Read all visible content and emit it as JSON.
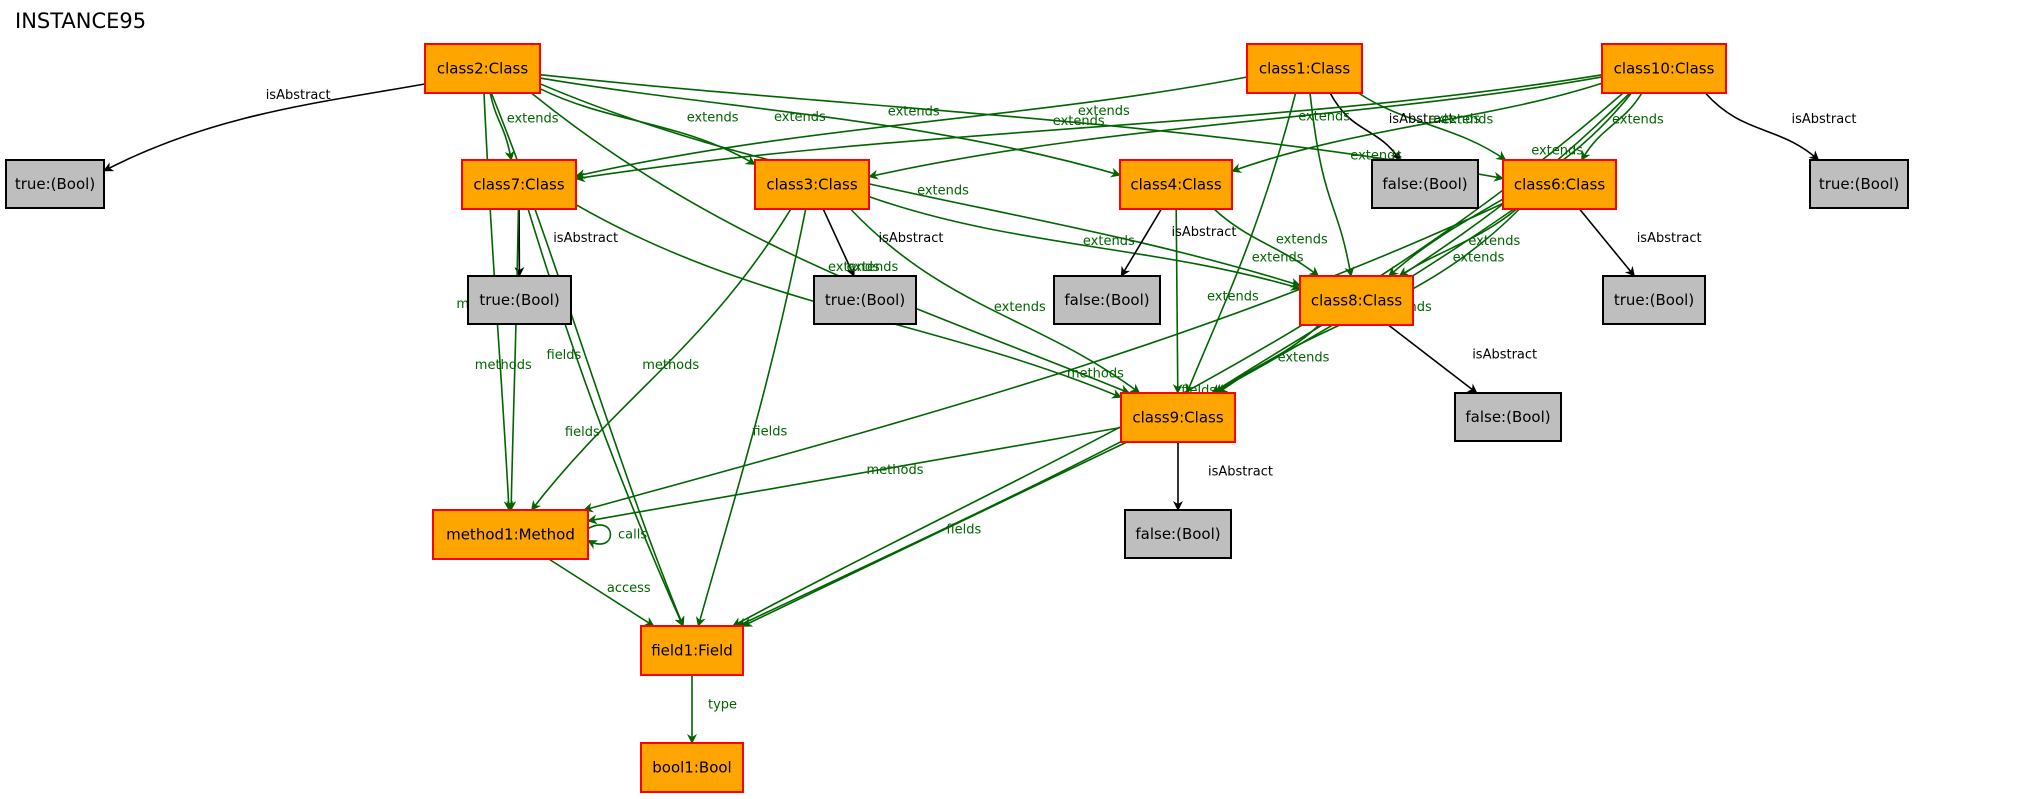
{
  "title": "INSTANCE95",
  "colors": {
    "class_fill": "#ffa500",
    "class_stroke": "#ff0000",
    "bool_fill": "#bebebe",
    "bool_stroke": "#000000",
    "edge_green": "#006400",
    "edge_black": "#000000"
  },
  "nodes": [
    {
      "id": "class2",
      "label": "class2:Class",
      "kind": "class"
    },
    {
      "id": "class1",
      "label": "class1:Class",
      "kind": "class"
    },
    {
      "id": "class10",
      "label": "class10:Class",
      "kind": "class"
    },
    {
      "id": "true_a",
      "label": "true:(Bool)",
      "kind": "bool"
    },
    {
      "id": "class7",
      "label": "class7:Class",
      "kind": "class"
    },
    {
      "id": "class3",
      "label": "class3:Class",
      "kind": "class"
    },
    {
      "id": "class4",
      "label": "class4:Class",
      "kind": "class"
    },
    {
      "id": "false_a",
      "label": "false:(Bool)",
      "kind": "bool"
    },
    {
      "id": "class6",
      "label": "class6:Class",
      "kind": "class"
    },
    {
      "id": "true_b",
      "label": "true:(Bool)",
      "kind": "bool"
    },
    {
      "id": "true_c",
      "label": "true:(Bool)",
      "kind": "bool"
    },
    {
      "id": "true_d",
      "label": "true:(Bool)",
      "kind": "bool"
    },
    {
      "id": "false_b",
      "label": "false:(Bool)",
      "kind": "bool"
    },
    {
      "id": "class8",
      "label": "class8:Class",
      "kind": "class"
    },
    {
      "id": "true_e",
      "label": "true:(Bool)",
      "kind": "bool"
    },
    {
      "id": "class9",
      "label": "class9:Class",
      "kind": "class"
    },
    {
      "id": "false_c",
      "label": "false:(Bool)",
      "kind": "bool"
    },
    {
      "id": "method1",
      "label": "method1:Method",
      "kind": "class"
    },
    {
      "id": "false_d",
      "label": "false:(Bool)",
      "kind": "bool"
    },
    {
      "id": "field1",
      "label": "field1:Field",
      "kind": "class"
    },
    {
      "id": "bool1",
      "label": "bool1:Bool",
      "kind": "class"
    }
  ],
  "edges": [
    {
      "from": "class2",
      "to": "true_a",
      "label": "isAbstract",
      "color": "black"
    },
    {
      "from": "class2",
      "to": "class7",
      "label": "extends",
      "color": "green"
    },
    {
      "from": "class2",
      "to": "class3",
      "label": "extends",
      "color": "green"
    },
    {
      "from": "class2",
      "to": "class4",
      "label": "extends",
      "color": "green"
    },
    {
      "from": "class2",
      "to": "class6",
      "label": "extends",
      "color": "green"
    },
    {
      "from": "class2",
      "to": "class8",
      "label": "extends",
      "color": "green"
    },
    {
      "from": "class2",
      "to": "class9",
      "label": "extends",
      "color": "green"
    },
    {
      "from": "class2",
      "to": "method1",
      "label": "methods",
      "color": "green"
    },
    {
      "from": "class2",
      "to": "field1",
      "label": "fields",
      "color": "green"
    },
    {
      "from": "class1",
      "to": "class7",
      "label": "extends",
      "color": "green"
    },
    {
      "from": "class1",
      "to": "false_a",
      "label": "isAbstract",
      "color": "black"
    },
    {
      "from": "class1",
      "to": "class6",
      "label": "extends",
      "color": "green"
    },
    {
      "from": "class1",
      "to": "class8",
      "label": "extends",
      "color": "green"
    },
    {
      "from": "class1",
      "to": "class9",
      "label": "extends",
      "color": "green"
    },
    {
      "from": "class10",
      "to": "class3",
      "label": "extends",
      "color": "green"
    },
    {
      "from": "class10",
      "to": "class7",
      "label": "extends",
      "color": "green"
    },
    {
      "from": "class10",
      "to": "class4",
      "label": "extends",
      "color": "green"
    },
    {
      "from": "class10",
      "to": "class6",
      "label": "extends",
      "color": "green"
    },
    {
      "from": "class10",
      "to": "true_b",
      "label": "isAbstract",
      "color": "black"
    },
    {
      "from": "class10",
      "to": "class8",
      "label": "extends",
      "color": "green"
    },
    {
      "from": "class10",
      "to": "class9",
      "label": "extends",
      "color": "green"
    },
    {
      "from": "class10",
      "to": "field1",
      "label": "fields",
      "color": "green"
    },
    {
      "from": "class7",
      "to": "true_c",
      "label": "isAbstract",
      "color": "black"
    },
    {
      "from": "class7",
      "to": "class9",
      "label": "extends",
      "color": "green"
    },
    {
      "from": "class7",
      "to": "method1",
      "label": "methods",
      "color": "green"
    },
    {
      "from": "class7",
      "to": "field1",
      "label": "fields",
      "color": "green"
    },
    {
      "from": "class3",
      "to": "true_d",
      "label": "isAbstract",
      "color": "black"
    },
    {
      "from": "class3",
      "to": "class8",
      "label": "extends",
      "color": "green"
    },
    {
      "from": "class3",
      "to": "class9",
      "label": "extends",
      "color": "green"
    },
    {
      "from": "class3",
      "to": "method1",
      "label": "methods",
      "color": "green"
    },
    {
      "from": "class3",
      "to": "field1",
      "label": "fields",
      "color": "green"
    },
    {
      "from": "class4",
      "to": "false_b",
      "label": "isAbstract",
      "color": "black"
    },
    {
      "from": "class4",
      "to": "class8",
      "label": "extends",
      "color": "green"
    },
    {
      "from": "class4",
      "to": "class9",
      "label": "extends",
      "color": "green"
    },
    {
      "from": "class6",
      "to": "class8",
      "label": "extends",
      "color": "green"
    },
    {
      "from": "class6",
      "to": "true_e",
      "label": "isAbstract",
      "color": "black"
    },
    {
      "from": "class6",
      "to": "class9",
      "label": "extends",
      "color": "green"
    },
    {
      "from": "class6",
      "to": "method1",
      "label": "methods",
      "color": "green"
    },
    {
      "from": "class6",
      "to": "field1",
      "label": "fields",
      "color": "green"
    },
    {
      "from": "class8",
      "to": "class9",
      "label": "extends",
      "color": "green"
    },
    {
      "from": "class8",
      "to": "false_c",
      "label": "isAbstract",
      "color": "black"
    },
    {
      "from": "class9",
      "to": "method1",
      "label": "methods",
      "color": "green"
    },
    {
      "from": "class9",
      "to": "false_d",
      "label": "isAbstract",
      "color": "black"
    },
    {
      "from": "class9",
      "to": "field1",
      "label": "fields",
      "color": "green"
    },
    {
      "from": "method1",
      "to": "method1",
      "label": "calls",
      "color": "green"
    },
    {
      "from": "method1",
      "to": "field1",
      "label": "access",
      "color": "green"
    },
    {
      "from": "field1",
      "to": "bool1",
      "label": "type",
      "color": "green"
    }
  ]
}
